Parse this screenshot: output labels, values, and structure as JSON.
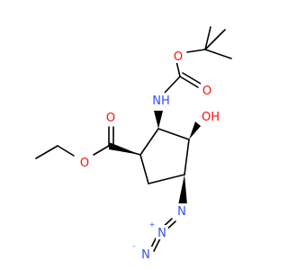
{
  "molecule": {
    "atom_colors": {
      "O": "#ff0d0d",
      "N": "#3050f8",
      "C": "#000000"
    },
    "labels": {
      "ester_carbonyl_o": "O",
      "ester_o": "O",
      "hydroxyl": "OH",
      "carbamate_nh": "NH",
      "carbamate_carbonyl_o": "O",
      "carbamate_o": "O",
      "azide_n1": "N",
      "azide_n2": "N",
      "azide_n3": "N",
      "azide_n2_charge": "+",
      "azide_n3_charge": "-"
    }
  }
}
